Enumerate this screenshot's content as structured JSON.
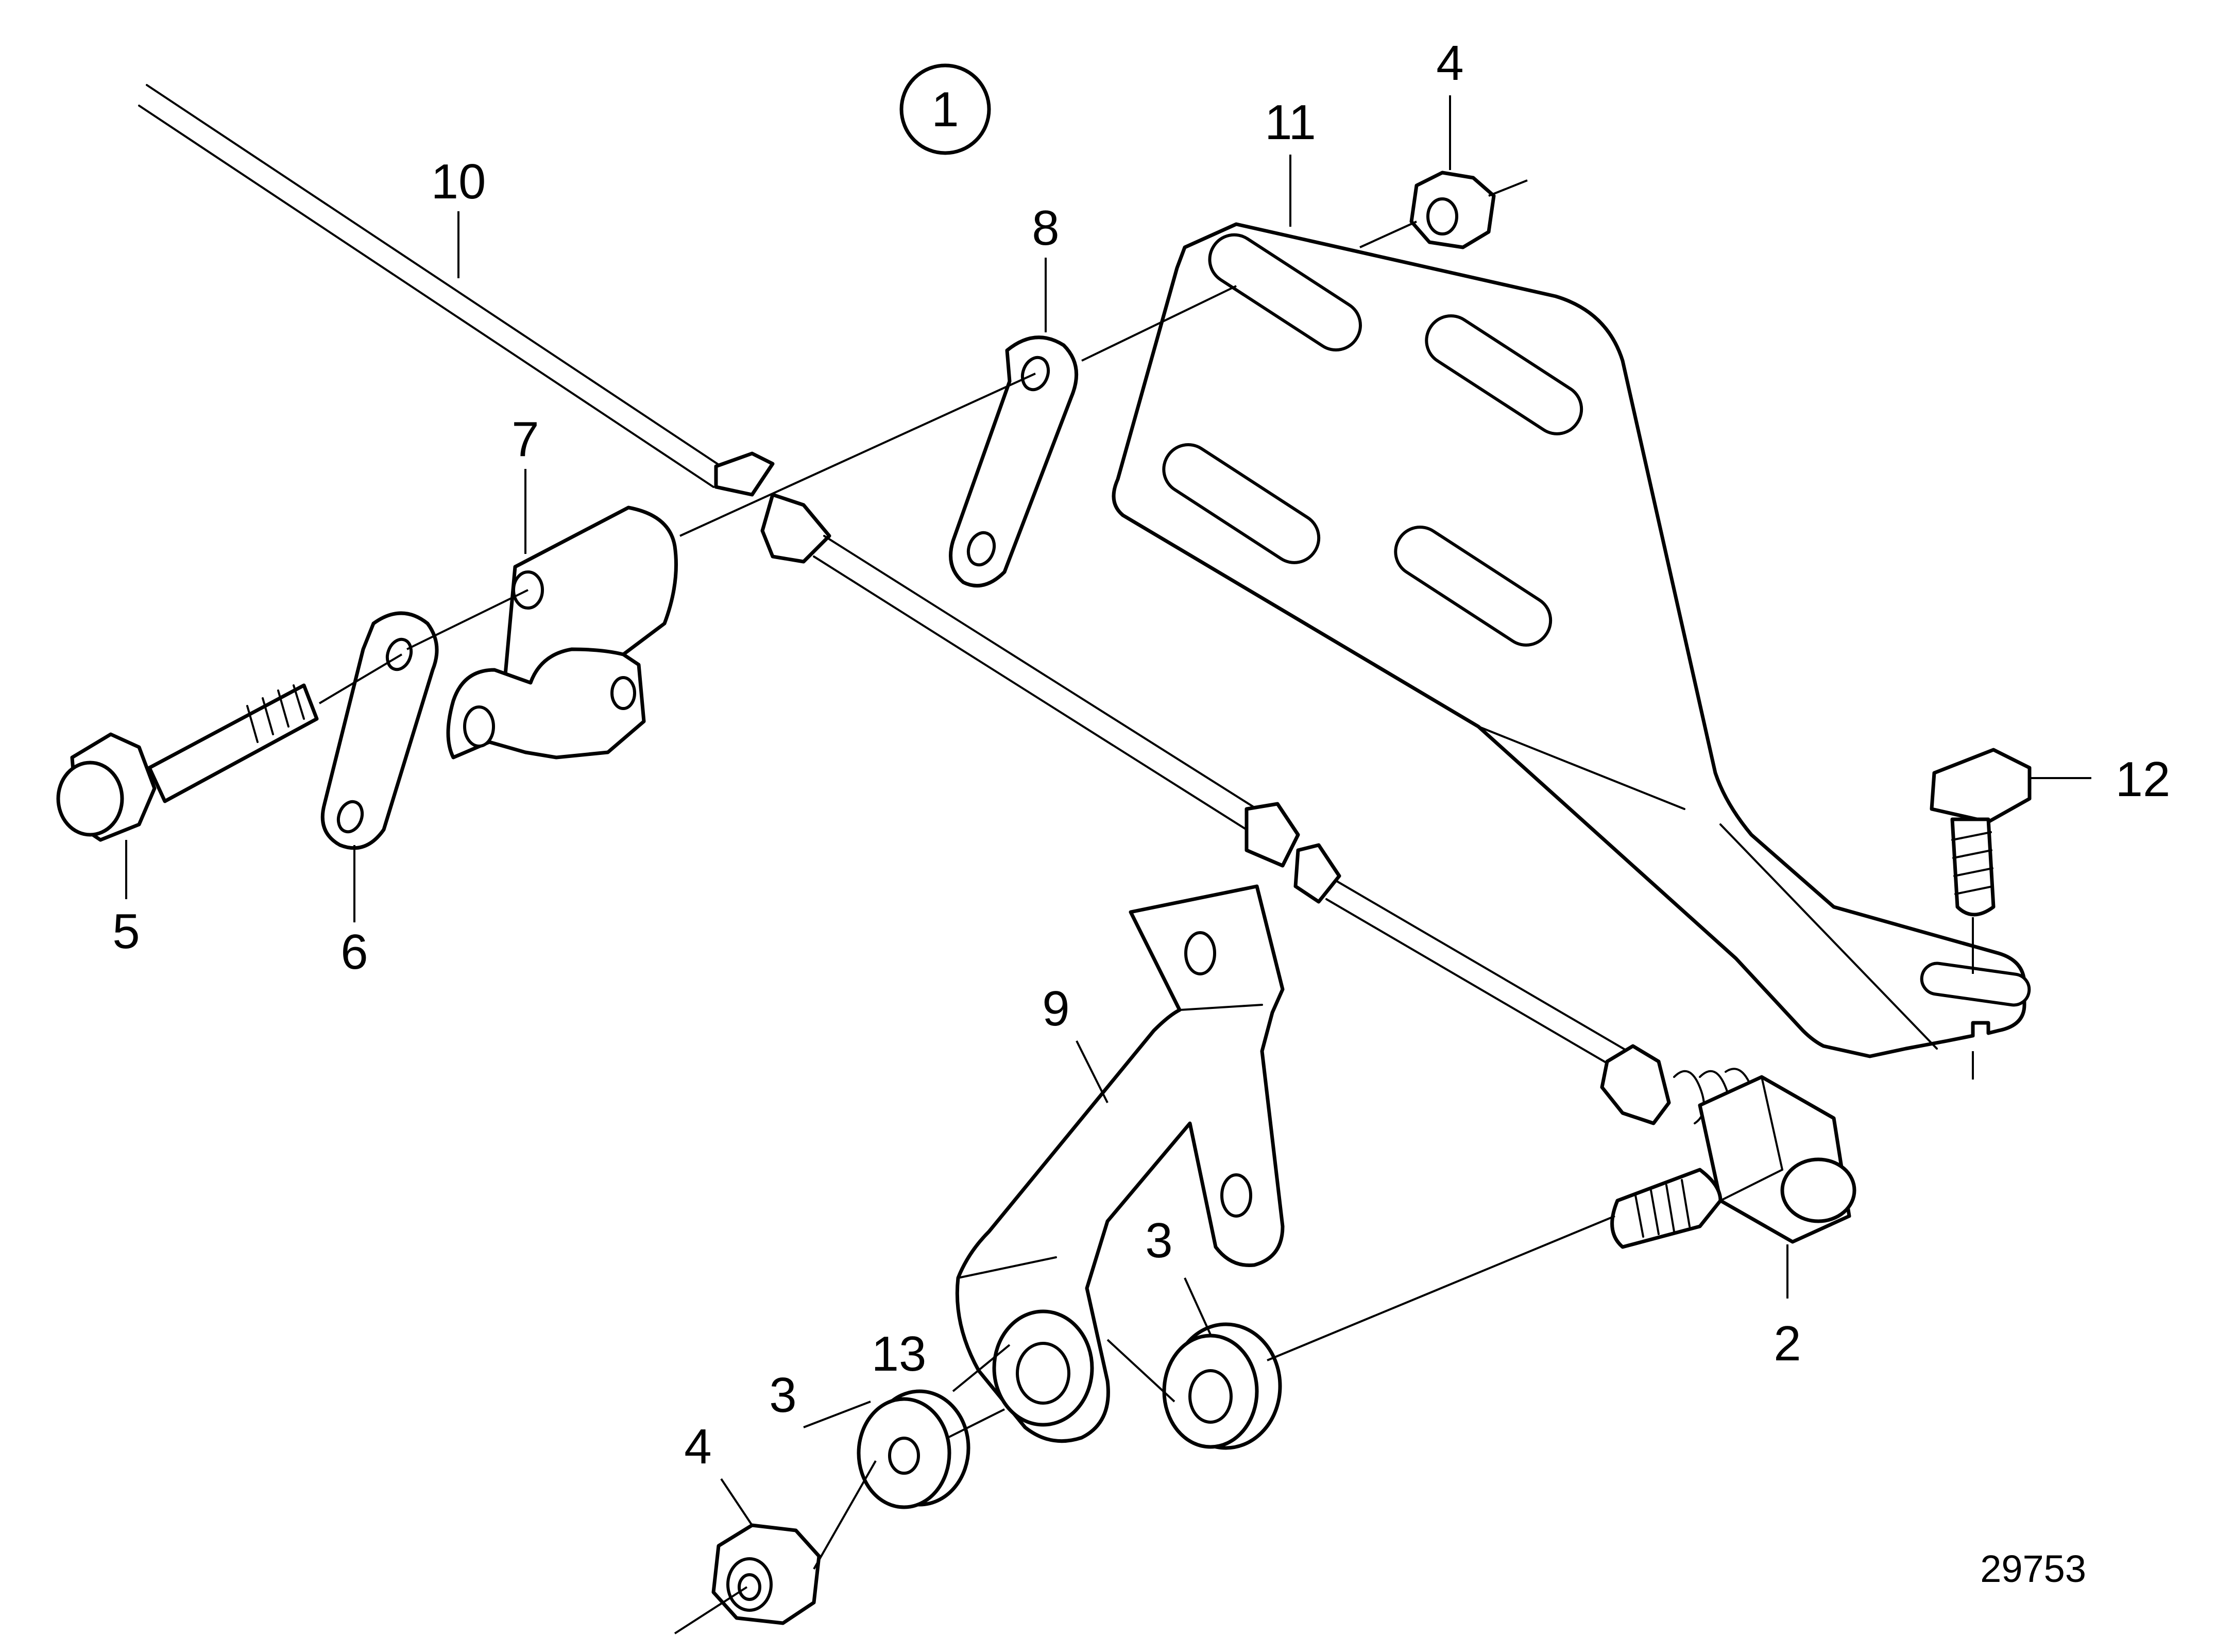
{
  "view_marker": "1",
  "reference_number": "29753",
  "callouts": {
    "c2": "2",
    "c3a": "3",
    "c3b": "3",
    "c4a": "4",
    "c4b": "4",
    "c5": "5",
    "c6": "6",
    "c7": "7",
    "c8": "8",
    "c9": "9",
    "c10": "10",
    "c11": "11",
    "c12": "12",
    "c13": "13"
  }
}
